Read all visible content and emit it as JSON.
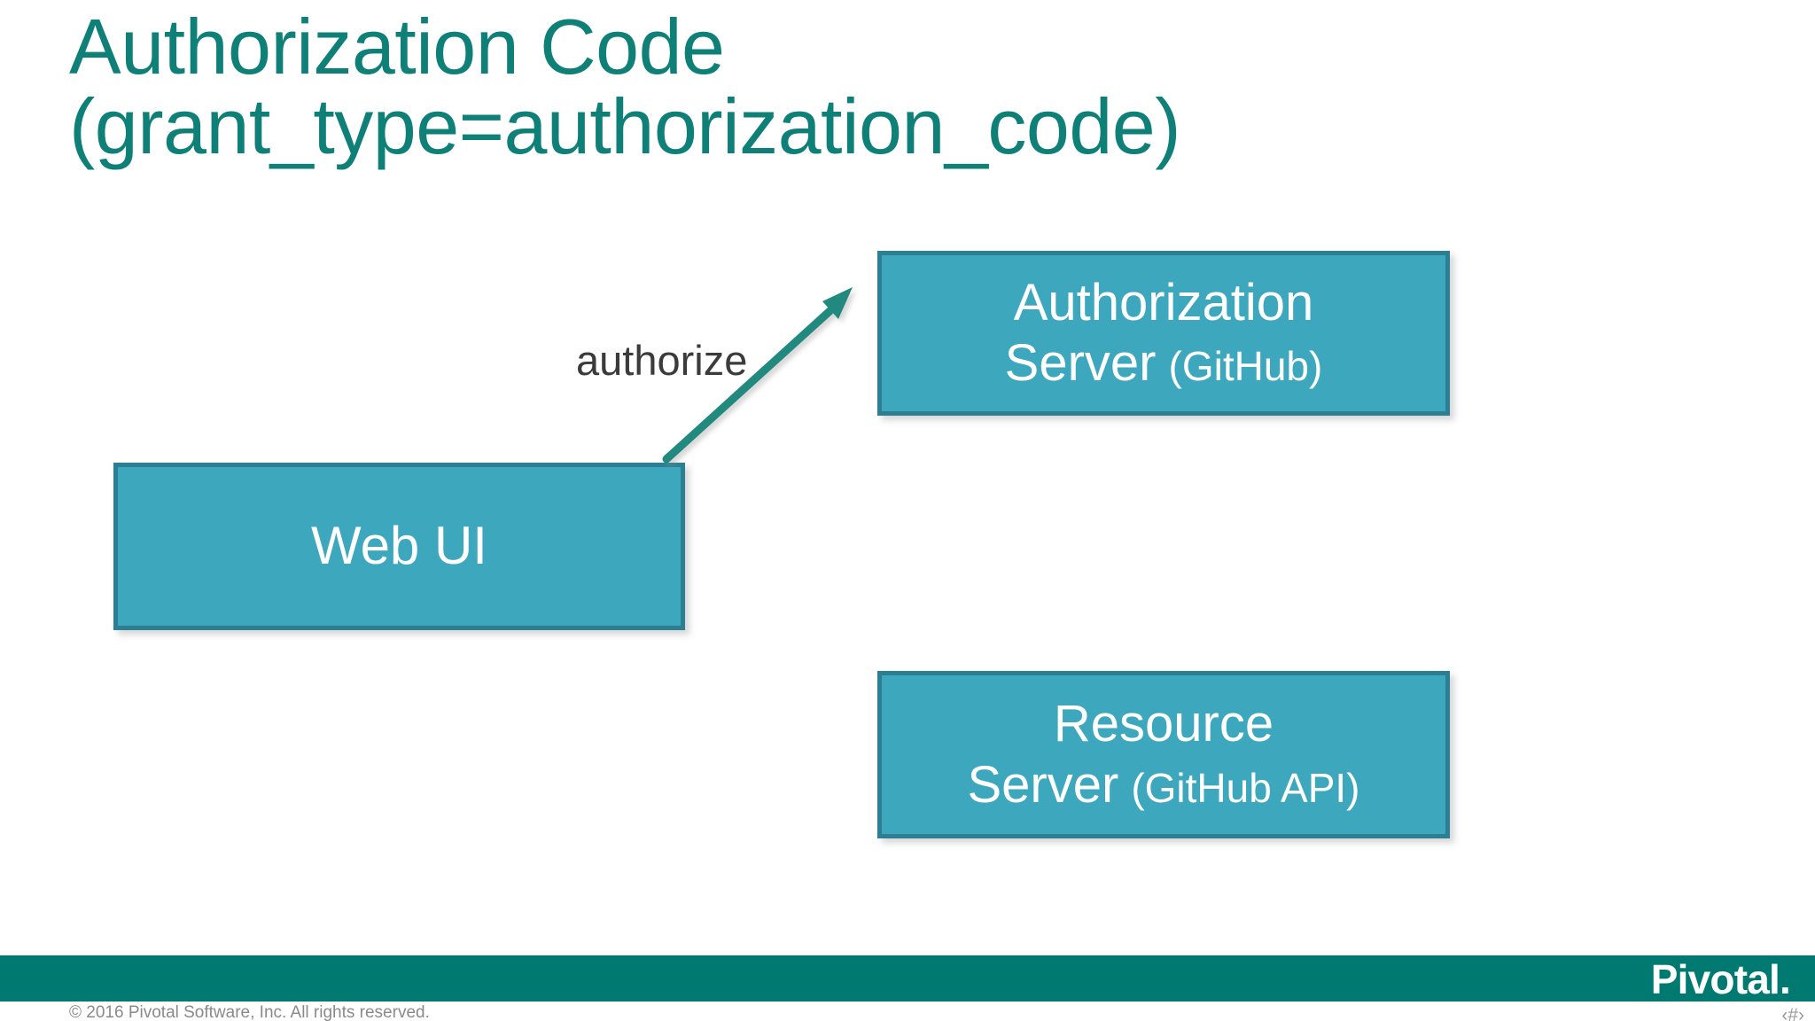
{
  "slide": {
    "title": "Authorization Code\n(grant_type=authorization_code)",
    "title_color": "#0E8077",
    "background_color": "#FFFFFF"
  },
  "diagram": {
    "box_fill_color": "#3CA7BD",
    "box_border_color": "#2C7F92",
    "box_text_color": "#FFFFFF",
    "arrow_color": "#22897E",
    "nodes": [
      {
        "id": "web-ui",
        "line1": "Web UI",
        "line2_main": "",
        "line2_paren": ""
      },
      {
        "id": "authorization-server",
        "line1": "Authorization",
        "line2_main": "Server",
        "line2_paren": "(GitHub)"
      },
      {
        "id": "resource-server",
        "line1": "Resource",
        "line2_main": "Server",
        "line2_paren": "(GitHub API)"
      }
    ],
    "edges": [
      {
        "id": "authorize",
        "label": "authorize",
        "label_color": "#3B3B3B",
        "from": "web-ui",
        "to": "authorization-server"
      }
    ]
  },
  "footer": {
    "bar_color": "#007A70",
    "logo_text": "Pivotal.",
    "copyright": "© 2016 Pivotal Software, Inc.  All rights reserved.",
    "slide_number": "‹#›"
  }
}
